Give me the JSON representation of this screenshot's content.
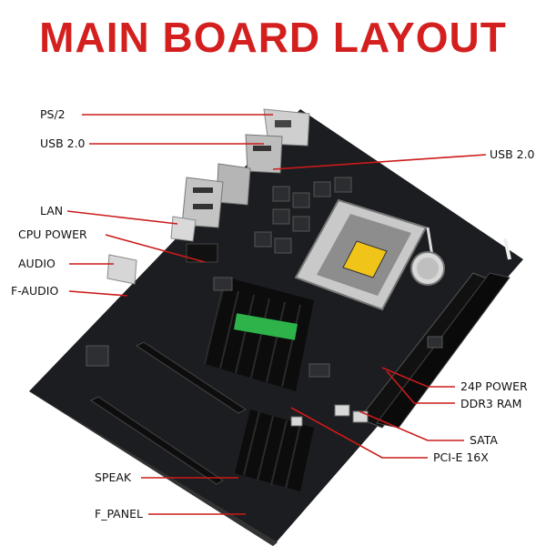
{
  "title": "MAIN BOARD LAYOUT",
  "colors": {
    "title": "#d41f1f",
    "leader": "#cc1a1a",
    "board": "#1b1d20",
    "heatsink": "#0c0c0d",
    "socket_plate": "#c9c9c9",
    "chip_label": "#2db34a",
    "cpu_sticker": "#f0c419"
  },
  "labels": {
    "ps2": "PS/2",
    "usb_left": "USB 2.0",
    "usb_right": "USB 2.0",
    "lan": "LAN",
    "cpu_power": "CPU POWER",
    "audio": "AUDIO",
    "f_audio": "F-AUDIO",
    "power_24p": "24P POWER",
    "ddr3": "DDR3 RAM",
    "sata": "SATA",
    "pcie": "PCI-E 16X",
    "speak": "SPEAK",
    "f_panel": "F_PANEL"
  },
  "icons": [
    "cpu-socket-icon",
    "chipset-heatsink-icon",
    "coin-battery-icon"
  ]
}
